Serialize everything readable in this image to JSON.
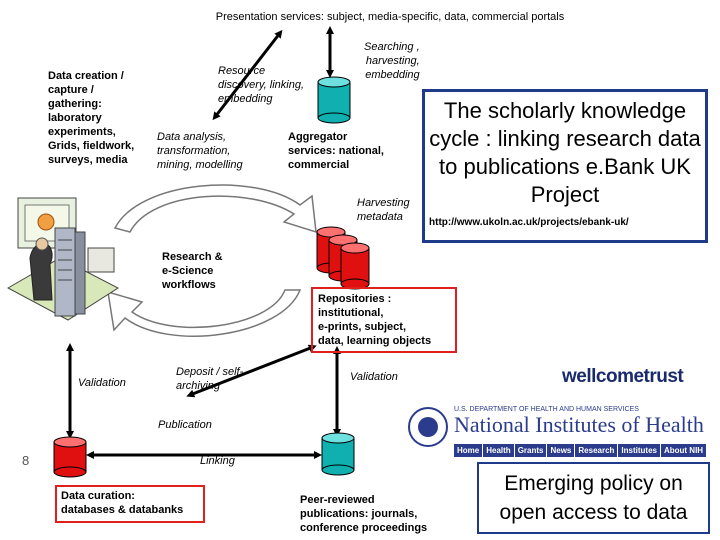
{
  "header": {
    "title": "Presentation services: subject, media-specific, data, commercial portals"
  },
  "labels": {
    "data_creation": "Data creation /\ncapture /\ngathering:\nlaboratory\nexperiments,\nGrids, fieldwork,\nsurveys, media",
    "resource_discovery": "Resource\ndiscovery, linking,\nembedding",
    "searching": "Searching ,\nharvesting,\nembedding",
    "data_analysis": "Data analysis,\ntransformation,\nmining, modelling",
    "aggregator": "Aggregator\nservices: national,\ncommercial",
    "harvesting_metadata": "Harvesting\nmetadata",
    "research_workflows": "Research &\ne-Science\nworkflows",
    "repositories": "Repositories :\ninstitutional,\ne-prints, subject,\ndata, learning objects",
    "validation_left": "Validation",
    "deposit": "Deposit / self-\narchiving",
    "validation_right": "Validation",
    "publication": "Publication",
    "linking": "Linking",
    "slide_number": "8",
    "data_curation": "Data curation:\ndatabases & databanks",
    "peer_reviewed": "Peer-reviewed\npublications: journals,\nconference proceedings"
  },
  "ebank_box": {
    "title": "The scholarly knowledge cycle : linking research data to publications e.Bank UK Project",
    "url": "http://www.ukoln.ac.uk/projects/ebank-uk/"
  },
  "logos": {
    "wellcome": "wellcometrust",
    "nih_dept": "U.S. DEPARTMENT OF HEALTH AND HUMAN SERVICES",
    "nih_name": "National Institutes of Health",
    "nih_nav": [
      "Home",
      "Health",
      "Grants",
      "News",
      "Research",
      "Institutes",
      "About NIH"
    ]
  },
  "policy_box": {
    "text": "Emerging policy on open access to data"
  },
  "colors": {
    "red_cylinder": "#e01010",
    "teal_cylinder": "#10b0b0",
    "box_border": "#e0201c",
    "blue_border": "#1e3a8a",
    "nih_blue": "#2b3c8c"
  }
}
